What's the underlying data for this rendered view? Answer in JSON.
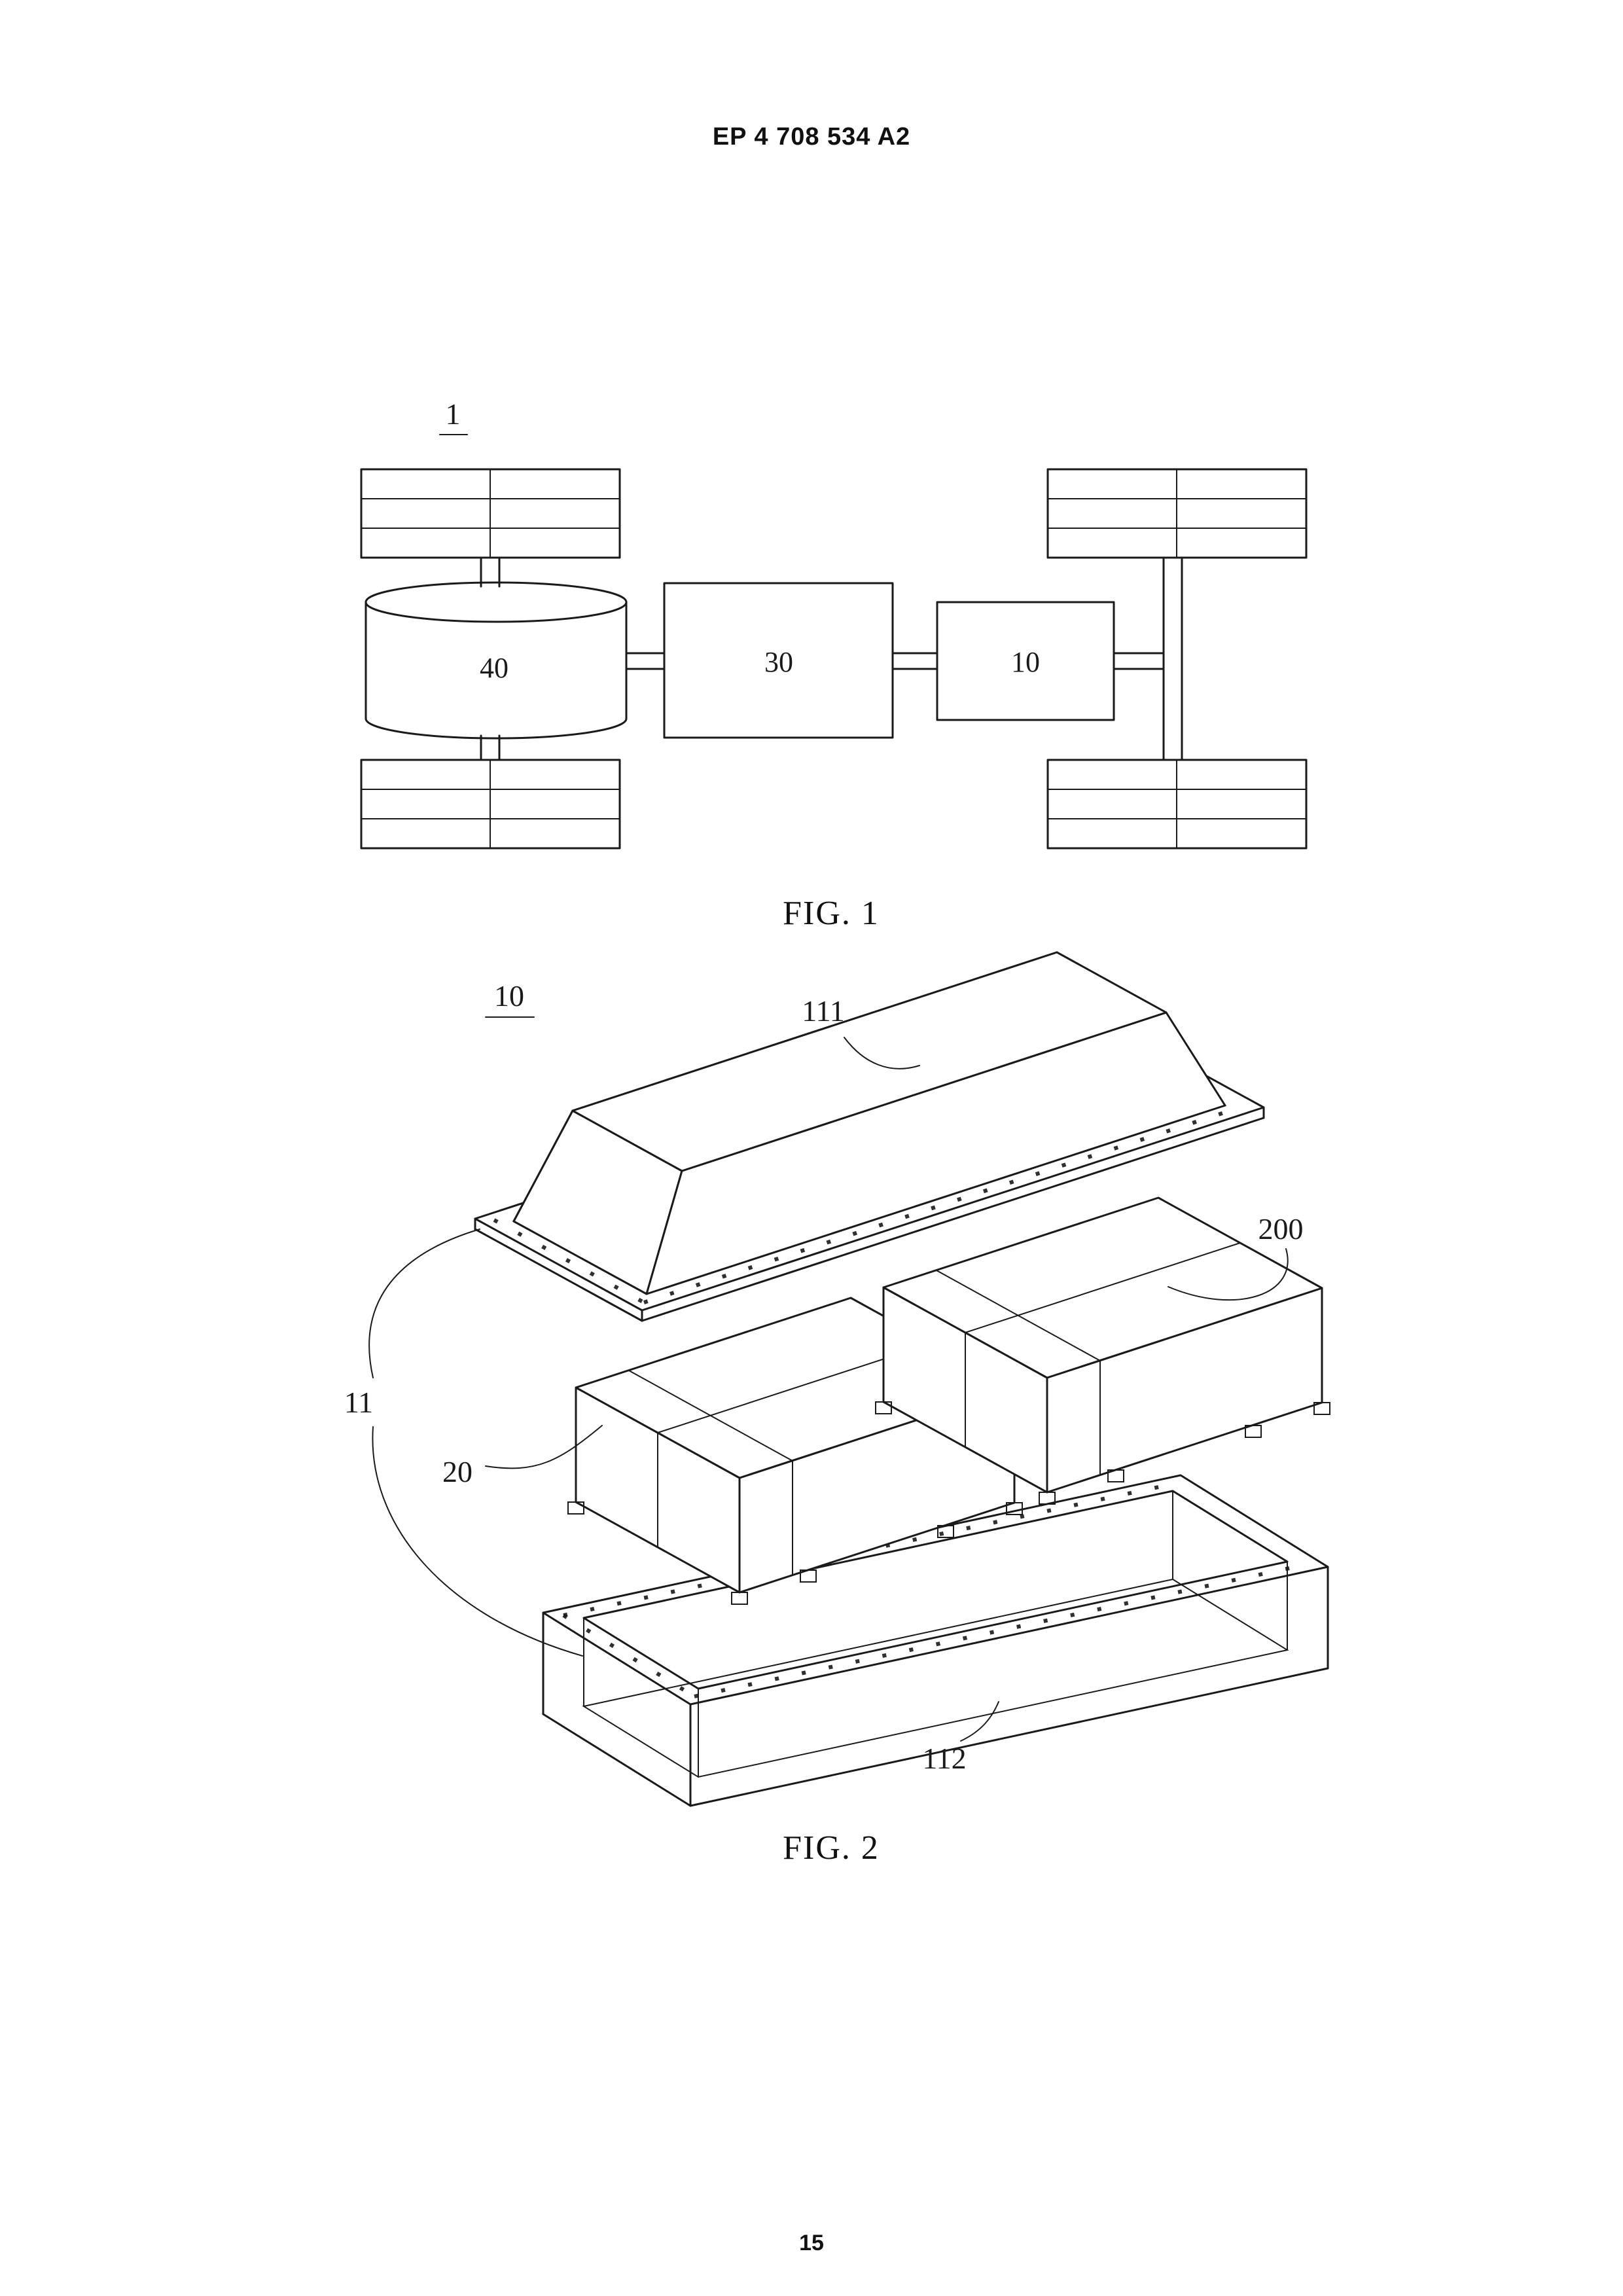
{
  "document": {
    "header": "EP 4 708 534 A2",
    "page_number": "15"
  },
  "colors": {
    "ink": "#1a1a1a",
    "paper": "#ffffff"
  },
  "figure1": {
    "ref_label": "1",
    "caption": "FIG. 1",
    "labels": {
      "c40": "40",
      "c30": "30",
      "c10": "10"
    }
  },
  "figure2": {
    "ref_label": "10",
    "caption": "FIG. 2",
    "labels": {
      "l111": "111",
      "l200": "200",
      "l11": "11",
      "l20": "20",
      "l112": "112"
    }
  }
}
